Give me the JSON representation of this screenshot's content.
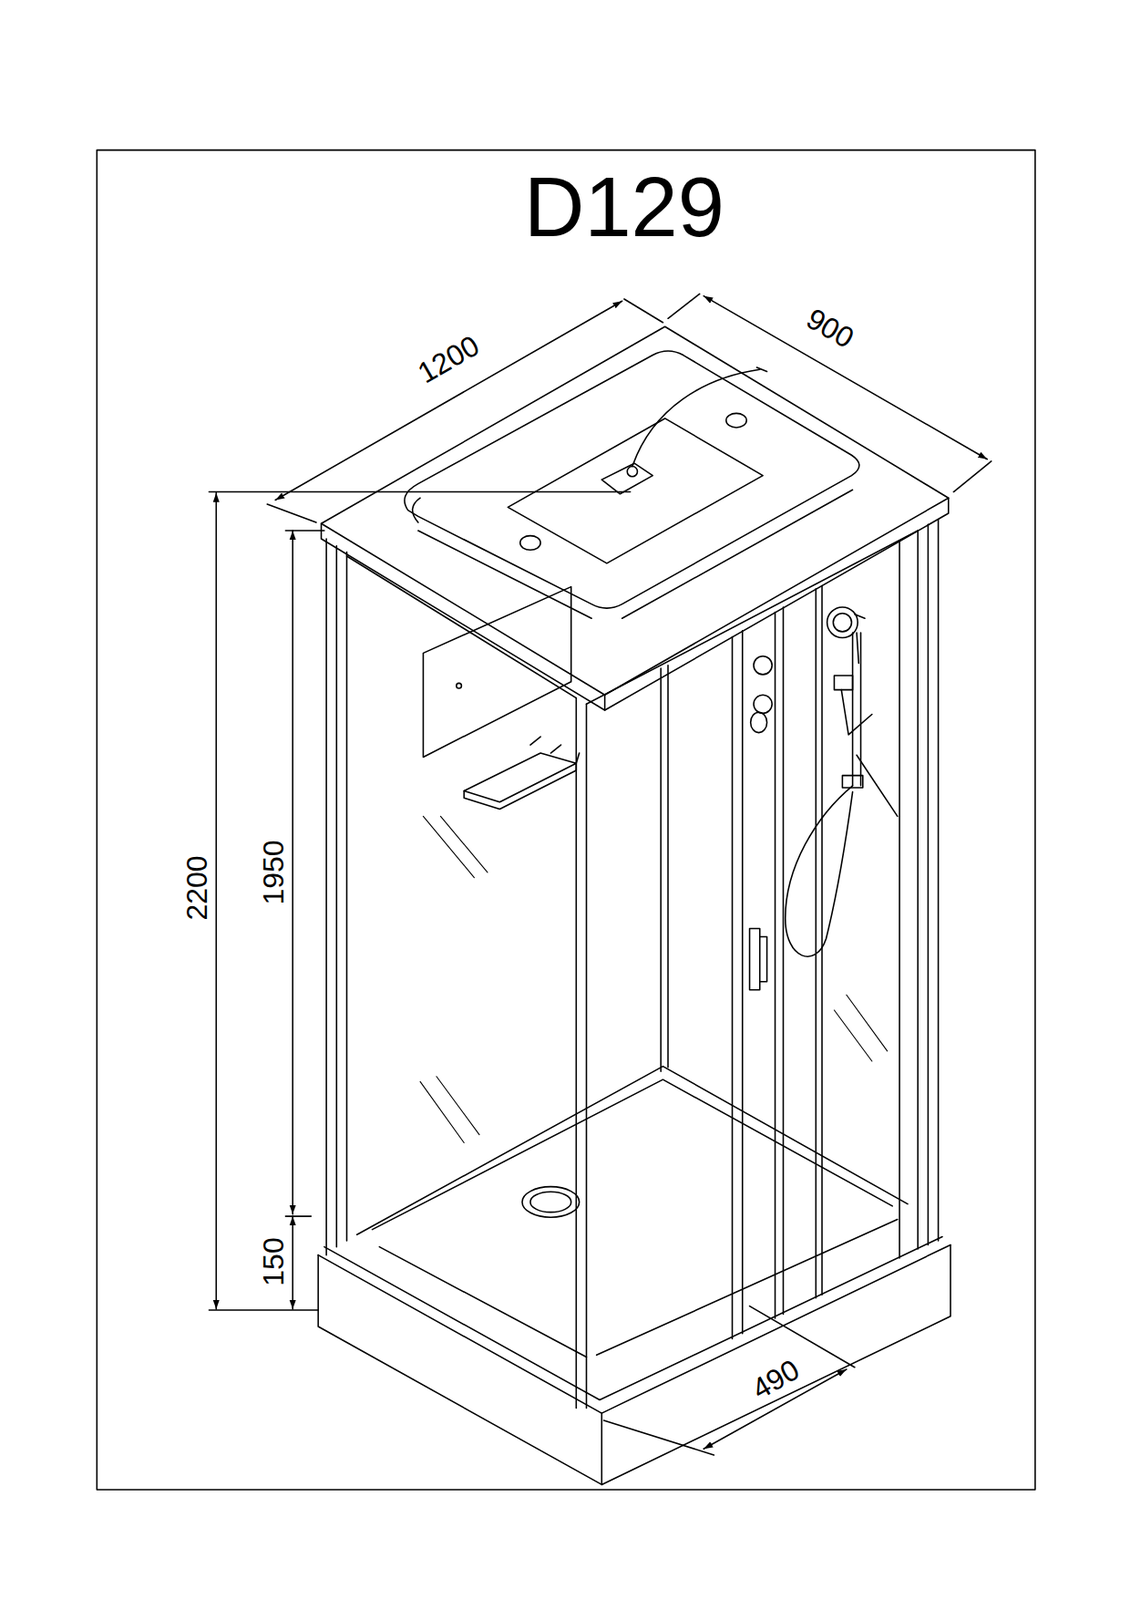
{
  "diagram": {
    "title": "D129",
    "labels": [
      "1200",
      "900",
      "2200",
      "1950",
      "150",
      "490"
    ]
  }
}
